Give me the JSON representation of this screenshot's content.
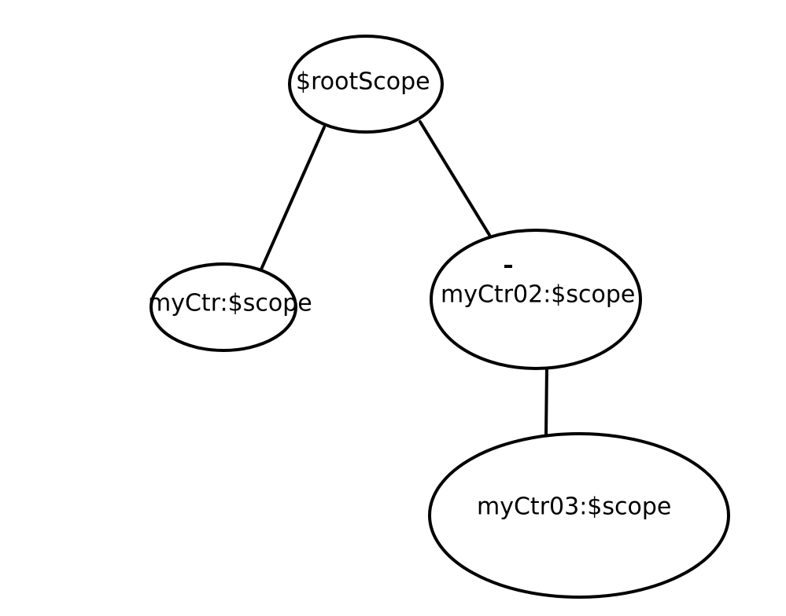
{
  "diagram": {
    "root": {
      "label": "$rootScope"
    },
    "child_left": {
      "label": "myCtr:$scope"
    },
    "child_right": {
      "label": "myCtr02:$scope"
    },
    "grandchild": {
      "label": "myCtr03:$scope"
    }
  },
  "colors": {
    "stroke": "#000000",
    "background": "#ffffff"
  }
}
